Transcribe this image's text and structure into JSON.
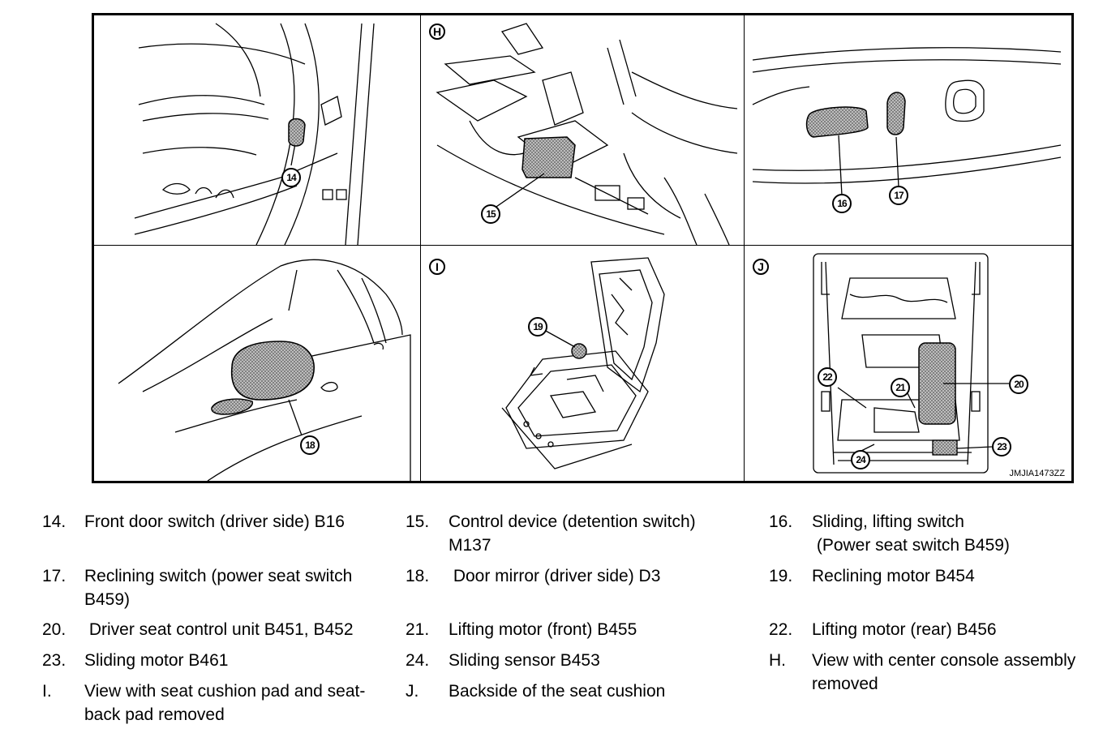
{
  "figure": {
    "code": "JMJIA1473ZZ",
    "view_letters": {
      "h": "H",
      "i": "I",
      "j": "J"
    },
    "callouts": {
      "c14": "14",
      "c15": "15",
      "c16": "16",
      "c17": "17",
      "c18": "18",
      "c19": "19",
      "c20": "20",
      "c21": "21",
      "c22": "22",
      "c23": "23",
      "c24": "24"
    }
  },
  "legend": [
    {
      "num": "14.",
      "lines": [
        "Front door switch (driver side) B16"
      ]
    },
    {
      "num": "15.",
      "lines": [
        "Control device (detention switch)",
        "M137"
      ]
    },
    {
      "num": "16.",
      "lines": [
        "Sliding, lifting switch",
        " (Power seat switch B459)"
      ]
    },
    {
      "num": "17.",
      "lines": [
        "Reclining switch (power seat switch",
        "B459)"
      ]
    },
    {
      "num": "18.",
      "lines": [
        " Door mirror (driver side) D3"
      ]
    },
    {
      "num": "19.",
      "lines": [
        "Reclining motor B454"
      ]
    },
    {
      "num": "20.",
      "lines": [
        " Driver seat control unit B451, B452"
      ]
    },
    {
      "num": "21.",
      "lines": [
        "Lifting motor (front) B455"
      ]
    },
    {
      "num": "22.",
      "lines": [
        "Lifting motor (rear) B456"
      ]
    },
    {
      "num": "23.",
      "lines": [
        "Sliding motor B461"
      ]
    },
    {
      "num": "24.",
      "lines": [
        "Sliding sensor B453"
      ]
    },
    {
      "num": "H.",
      "lines": [
        "View with center console assembly",
        "removed"
      ]
    },
    {
      "num": "I.",
      "lines": [
        "View with seat cushion pad and seat-",
        "back pad removed"
      ]
    },
    {
      "num": "J.",
      "lines": [
        "Backside of the seat cushion"
      ]
    }
  ]
}
